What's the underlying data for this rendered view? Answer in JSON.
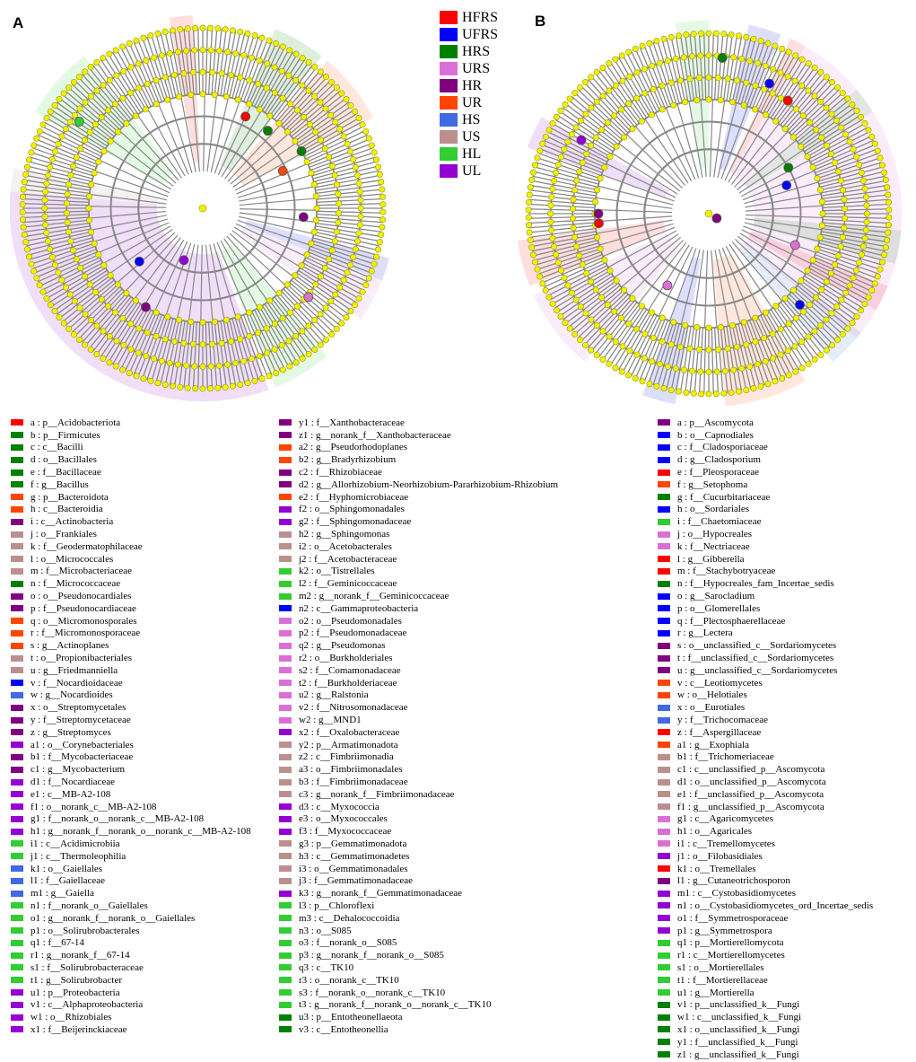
{
  "panels": [
    {
      "letter": "A"
    },
    {
      "letter": "B"
    }
  ],
  "groups": [
    {
      "name": "HFRS",
      "color": "#ff0000"
    },
    {
      "name": "UFRS",
      "color": "#0000ff"
    },
    {
      "name": "HRS",
      "color": "#008000"
    },
    {
      "name": "URS",
      "color": "#da70d6"
    },
    {
      "name": "HR",
      "color": "#800080"
    },
    {
      "name": "UR",
      "color": "#ff4500"
    },
    {
      "name": "HS",
      "color": "#4169e1"
    },
    {
      "name": "US",
      "color": "#bc8f8f"
    },
    {
      "name": "HL",
      "color": "#32cd32"
    },
    {
      "name": "UL",
      "color": "#9400d3"
    }
  ],
  "diagram": {
    "branch_color": "#888888",
    "node_color": "#f0f000",
    "node_stroke": "#999900",
    "wedgesA": [
      {
        "g": "HFRS",
        "a1": 350,
        "a2": 357
      },
      {
        "g": "UR",
        "a1": 40,
        "a2": 62
      },
      {
        "g": "HRS",
        "a1": 22,
        "a2": 38
      },
      {
        "g": "HL",
        "a1": 300,
        "a2": 322
      },
      {
        "g": "UL",
        "a1": 255,
        "a2": 275
      },
      {
        "g": "UL",
        "a1": 160,
        "a2": 255
      },
      {
        "g": "HL",
        "a1": 140,
        "a2": 158
      },
      {
        "g": "URS",
        "a1": 112,
        "a2": 125
      },
      {
        "g": "UFRS",
        "a1": 105,
        "a2": 112
      },
      {
        "g": "US",
        "a1": 275,
        "a2": 282
      }
    ],
    "wedgesB": [
      {
        "g": "HL",
        "a1": 350,
        "a2": 360
      },
      {
        "g": "UFRS",
        "a1": 12,
        "a2": 22
      },
      {
        "g": "HFRS",
        "a1": 25,
        "a2": 30
      },
      {
        "g": "HL",
        "a1": 50,
        "a2": 58
      },
      {
        "g": "HRS",
        "a1": 95,
        "a2": 105
      },
      {
        "g": "HFRS",
        "a1": 112,
        "a2": 120
      },
      {
        "g": "HS",
        "a1": 128,
        "a2": 140
      },
      {
        "g": "UR",
        "a1": 150,
        "a2": 175
      },
      {
        "g": "UFRS",
        "a1": 190,
        "a2": 200
      },
      {
        "g": "HFRS",
        "a1": 248,
        "a2": 262
      },
      {
        "g": "URS",
        "a1": 220,
        "a2": 245
      },
      {
        "g": "UL",
        "a1": 290,
        "a2": 300
      },
      {
        "g": "URS",
        "a1": 30,
        "a2": 130
      }
    ],
    "marksA": [
      {
        "g": "HFRS",
        "angle": 25,
        "level": 0.55
      },
      {
        "g": "HRS",
        "angle": 40,
        "level": 0.55
      },
      {
        "g": "HRS",
        "angle": 60,
        "level": 0.62
      },
      {
        "g": "HR",
        "angle": 95,
        "level": 0.55
      },
      {
        "g": "UFRS",
        "angle": 230,
        "level": 0.45
      },
      {
        "g": "UL",
        "angle": 200,
        "level": 0.3
      },
      {
        "g": "HR",
        "angle": 210,
        "level": 0.62
      },
      {
        "g": "URS",
        "angle": 130,
        "level": 0.75
      },
      {
        "g": "UR",
        "angle": 65,
        "level": 0.48
      },
      {
        "g": "HL",
        "angle": 305,
        "level": 0.82
      }
    ],
    "marksB": [
      {
        "g": "HR",
        "angle": 120,
        "level": 0.05
      },
      {
        "g": "UFRS",
        "angle": 70,
        "level": 0.45
      },
      {
        "g": "HRS",
        "angle": 60,
        "level": 0.5
      },
      {
        "g": "HFRS",
        "angle": 35,
        "level": 0.75
      },
      {
        "g": "UFRS",
        "angle": 25,
        "level": 0.78
      },
      {
        "g": "HR",
        "angle": 270,
        "level": 0.6
      },
      {
        "g": "HFRS",
        "angle": 265,
        "level": 0.6
      },
      {
        "g": "URS",
        "angle": 210,
        "level": 0.45
      },
      {
        "g": "UFRS",
        "angle": 135,
        "level": 0.7
      },
      {
        "g": "HRS",
        "angle": 5,
        "level": 0.85
      },
      {
        "g": "UL",
        "angle": 300,
        "level": 0.8
      },
      {
        "g": "URS",
        "angle": 110,
        "level": 0.5
      }
    ]
  },
  "keyA1": [
    {
      "label": "a : p__Acidobacteriota",
      "color": "#ff0000"
    },
    {
      "label": "b : p__Firmicutes",
      "color": "#008000"
    },
    {
      "label": "c : c__Bacilli",
      "color": "#008000"
    },
    {
      "label": "d : o__Bacillales",
      "color": "#008000"
    },
    {
      "label": "e : f__Bacillaceae",
      "color": "#008000"
    },
    {
      "label": "f : g__Bacillus",
      "color": "#008000"
    },
    {
      "label": "g : p__Bacteroidota",
      "color": "#ff4500"
    },
    {
      "label": "h : c__Bacteroidia",
      "color": "#ff4500"
    },
    {
      "label": "i : c__Actinobacteria",
      "color": "#800080"
    },
    {
      "label": "j : o__Frankiales",
      "color": "#bc8f8f"
    },
    {
      "label": "k : f__Geodermatophilaceae",
      "color": "#bc8f8f"
    },
    {
      "label": "l : o__Micrococcales",
      "color": "#bc8f8f"
    },
    {
      "label": "m : f__Microbacteriaceae",
      "color": "#bc8f8f"
    },
    {
      "label": "n : f__Micrococcaceae",
      "color": "#008000"
    },
    {
      "label": "o : o__Pseudonocardiales",
      "color": "#800080"
    },
    {
      "label": "p : f__Pseudonocardiaceae",
      "color": "#800080"
    },
    {
      "label": "q : o__Micromonosporales",
      "color": "#ff4500"
    },
    {
      "label": "r : f__Micromonosporaceae",
      "color": "#ff4500"
    },
    {
      "label": "s : g__Actinoplanes",
      "color": "#ff4500"
    },
    {
      "label": "t : o__Propionibacteriales",
      "color": "#bc8f8f"
    },
    {
      "label": "u : g__Friedmanniella",
      "color": "#bc8f8f"
    },
    {
      "label": "v : f__Nocardioidaceae",
      "color": "#0000ff"
    },
    {
      "label": "w : g__Nocardioides",
      "color": "#4169e1"
    },
    {
      "label": "x : o__Streptomycetales",
      "color": "#800080"
    },
    {
      "label": "y : f__Streptomycetaceae",
      "color": "#800080"
    },
    {
      "label": "z : g__Streptomyces",
      "color": "#800080"
    },
    {
      "label": "a1 : o__Corynebacteriales",
      "color": "#9400d3"
    },
    {
      "label": "b1 : f__Mycobacteriaceae",
      "color": "#800080"
    },
    {
      "label": "c1 : g__Mycobacterium",
      "color": "#800080"
    },
    {
      "label": "d1 : f__Nocardiaceae",
      "color": "#9400d3"
    },
    {
      "label": "e1 : c__MB-A2-108",
      "color": "#9400d3"
    },
    {
      "label": "f1 : o__norank_c__MB-A2-108",
      "color": "#9400d3"
    },
    {
      "label": "g1 : f__norank_o__norank_c__MB-A2-108",
      "color": "#9400d3"
    },
    {
      "label": "h1 : g__norank_f__norank_o__norank_c__MB-A2-108",
      "color": "#9400d3"
    },
    {
      "label": "i1 : c__Acidimicrobiia",
      "color": "#32cd32"
    },
    {
      "label": "j1 : c__Thermoleophilia",
      "color": "#32cd32"
    },
    {
      "label": "k1 : o__Gaiellales",
      "color": "#4169e1"
    },
    {
      "label": "l1 : f__Gaiellaceae",
      "color": "#4169e1"
    },
    {
      "label": "m1 : g__Gaiella",
      "color": "#4169e1"
    },
    {
      "label": "n1 : f__norank_o__Gaiellales",
      "color": "#32cd32"
    },
    {
      "label": "o1 : g__norank_f__norank_o__Gaiellales",
      "color": "#32cd32"
    },
    {
      "label": "p1 : o__Solirubrobacterales",
      "color": "#32cd32"
    },
    {
      "label": "q1 : f__67-14",
      "color": "#32cd32"
    },
    {
      "label": "r1 : g__norank_f__67-14",
      "color": "#32cd32"
    },
    {
      "label": "s1 : f__Solirubrobacteraceae",
      "color": "#32cd32"
    },
    {
      "label": "t1 : g__Solirubrobacter",
      "color": "#32cd32"
    },
    {
      "label": "u1 : p__Proteobacteria",
      "color": "#9400d3"
    },
    {
      "label": "v1 : c__Alphaproteobacteria",
      "color": "#9400d3"
    },
    {
      "label": "w1 : o__Rhizobiales",
      "color": "#9400d3"
    },
    {
      "label": "x1 : f__Beijerinckiaceae",
      "color": "#9400d3"
    }
  ],
  "keyA2": [
    {
      "label": "y1 : f__Xanthobacteraceae",
      "color": "#800080"
    },
    {
      "label": "z1 : g__norank_f__Xanthobacteraceae",
      "color": "#800080"
    },
    {
      "label": "a2 : g__Pseudorhodoplanes",
      "color": "#ff4500"
    },
    {
      "label": "b2 : g__Bradyrhizobium",
      "color": "#ff4500"
    },
    {
      "label": "c2 : f__Rhizobiaceae",
      "color": "#800080"
    },
    {
      "label": "d2 : g__Allorhizobium-Neorhizobium-Pararhizobium-Rhizobium",
      "color": "#800080"
    },
    {
      "label": "e2 : f__Hyphomicrobiaceae",
      "color": "#ff4500"
    },
    {
      "label": "f2 : o__Sphingomonadales",
      "color": "#9400d3"
    },
    {
      "label": "g2 : f__Sphingomonadaceae",
      "color": "#9400d3"
    },
    {
      "label": "h2 : g__Sphingomonas",
      "color": "#bc8f8f"
    },
    {
      "label": "i2 : o__Acetobacterales",
      "color": "#bc8f8f"
    },
    {
      "label": "j2 : f__Acetobacteraceae",
      "color": "#bc8f8f"
    },
    {
      "label": "k2 : o__Tistrellales",
      "color": "#32cd32"
    },
    {
      "label": "l2 : f__Geminicoccaceae",
      "color": "#32cd32"
    },
    {
      "label": "m2 : g__norank_f__Geminicoccaceae",
      "color": "#32cd32"
    },
    {
      "label": "n2 : c__Gammaproteobacteria",
      "color": "#0000ff"
    },
    {
      "label": "o2 : o__Pseudomonadales",
      "color": "#da70d6"
    },
    {
      "label": "p2 : f__Pseudomonadaceae",
      "color": "#da70d6"
    },
    {
      "label": "q2 : g__Pseudomonas",
      "color": "#da70d6"
    },
    {
      "label": "r2 : o__Burkholderiales",
      "color": "#da70d6"
    },
    {
      "label": "s2 : f__Comamonadaceae",
      "color": "#da70d6"
    },
    {
      "label": "t2 : f__Burkholderiaceae",
      "color": "#da70d6"
    },
    {
      "label": "u2 : g__Ralstonia",
      "color": "#da70d6"
    },
    {
      "label": "v2 : f__Nitrosomonadaceae",
      "color": "#da70d6"
    },
    {
      "label": "w2 : g__MND1",
      "color": "#da70d6"
    },
    {
      "label": "x2 : f__Oxalobacteraceae",
      "color": "#9400d3"
    },
    {
      "label": "y2 : p__Armatimonadota",
      "color": "#bc8f8f"
    },
    {
      "label": "z2 : c__Fimbriimonadia",
      "color": "#bc8f8f"
    },
    {
      "label": "a3 : o__Fimbriimonadales",
      "color": "#bc8f8f"
    },
    {
      "label": "b3 : f__Fimbriimonadaceae",
      "color": "#bc8f8f"
    },
    {
      "label": "c3 : g__norank_f__Fimbriimonadaceae",
      "color": "#bc8f8f"
    },
    {
      "label": "d3 : c__Myxococcia",
      "color": "#9400d3"
    },
    {
      "label": "e3 : o__Myxococcales",
      "color": "#9400d3"
    },
    {
      "label": "f3 : f__Myxococcaceae",
      "color": "#9400d3"
    },
    {
      "label": "g3 : p__Gemmatimonadota",
      "color": "#bc8f8f"
    },
    {
      "label": "h3 : c__Gemmatimonadetes",
      "color": "#bc8f8f"
    },
    {
      "label": "i3 : o__Gemmatimonadales",
      "color": "#bc8f8f"
    },
    {
      "label": "j3 : f__Gemmatimonadaceae",
      "color": "#bc8f8f"
    },
    {
      "label": "k3 : g__norank_f__Gemmatimonadaceae",
      "color": "#9400d3"
    },
    {
      "label": "l3 : p__Chloroflexi",
      "color": "#32cd32"
    },
    {
      "label": "m3 : c__Dehalococcoidia",
      "color": "#32cd32"
    },
    {
      "label": "n3 : o__S085",
      "color": "#32cd32"
    },
    {
      "label": "o3 : f__norank_o__S085",
      "color": "#32cd32"
    },
    {
      "label": "p3 : g__norank_f__norank_o__S085",
      "color": "#32cd32"
    },
    {
      "label": "q3 : c__TK10",
      "color": "#32cd32"
    },
    {
      "label": "r3 : o__norank_c__TK10",
      "color": "#32cd32"
    },
    {
      "label": "s3 : f__norank_o__norank_c__TK10",
      "color": "#32cd32"
    },
    {
      "label": "t3 : g__norank_f__norank_o__norank_c__TK10",
      "color": "#32cd32"
    },
    {
      "label": "u3 : p__Entotheonellaeota",
      "color": "#008000"
    },
    {
      "label": "v3 : c__Entotheonellia",
      "color": "#008000"
    }
  ],
  "keyB": [
    {
      "label": "a : p__Ascomycota",
      "color": "#800080"
    },
    {
      "label": "b : o__Capnodiales",
      "color": "#0000ff"
    },
    {
      "label": "c : f__Cladosporiaceae",
      "color": "#0000ff"
    },
    {
      "label": "d : g__Cladosporium",
      "color": "#0000ff"
    },
    {
      "label": "e : f__Pleosporaceae",
      "color": "#ff0000"
    },
    {
      "label": "f : g__Setophoma",
      "color": "#ff4500"
    },
    {
      "label": "g : f__Cucurbitariaceae",
      "color": "#008000"
    },
    {
      "label": "h : o__Sordariales",
      "color": "#0000ff"
    },
    {
      "label": "i : f__Chaetomiaceae",
      "color": "#32cd32"
    },
    {
      "label": "j : o__Hypocreales",
      "color": "#da70d6"
    },
    {
      "label": "k : f__Nectriaceae",
      "color": "#da70d6"
    },
    {
      "label": "l : g__Gibberella",
      "color": "#ff0000"
    },
    {
      "label": "m : f__Stachybotryaceae",
      "color": "#ff0000"
    },
    {
      "label": "n : f__Hypocreales_fam_Incertae_sedis",
      "color": "#008000"
    },
    {
      "label": "o : g__Sarocladium",
      "color": "#0000ff"
    },
    {
      "label": "p : o__Glomerellales",
      "color": "#0000ff"
    },
    {
      "label": "q : f__Plectosphaerellaceae",
      "color": "#0000ff"
    },
    {
      "label": "r : g__Lectera",
      "color": "#0000ff"
    },
    {
      "label": "s : o__unclassified_c__Sordariomycetes",
      "color": "#800080"
    },
    {
      "label": "t : f__unclassified_c__Sordariomycetes",
      "color": "#800080"
    },
    {
      "label": "u : g__unclassified_c__Sordariomycetes",
      "color": "#800080"
    },
    {
      "label": "v : c__Leotiomycetes",
      "color": "#ff4500"
    },
    {
      "label": "w : o__Helotiales",
      "color": "#ff4500"
    },
    {
      "label": "x : o__Eurotiales",
      "color": "#4169e1"
    },
    {
      "label": "y : f__Trichocomaceae",
      "color": "#4169e1"
    },
    {
      "label": "z : f__Aspergillaceae",
      "color": "#ff0000"
    },
    {
      "label": "a1 : g__Exophiala",
      "color": "#ff4500"
    },
    {
      "label": "b1 : f__Trichomeriaceae",
      "color": "#bc8f8f"
    },
    {
      "label": "c1 : c__unclassified_p__Ascomycota",
      "color": "#bc8f8f"
    },
    {
      "label": "d1 : o__unclassified_p__Ascomycota",
      "color": "#bc8f8f"
    },
    {
      "label": "e1 : f__unclassified_p__Ascomycota",
      "color": "#bc8f8f"
    },
    {
      "label": "f1 : g__unclassified_p__Ascomycota",
      "color": "#bc8f8f"
    },
    {
      "label": "g1 : c__Agaricomycetes",
      "color": "#da70d6"
    },
    {
      "label": "h1 : o__Agaricales",
      "color": "#da70d6"
    },
    {
      "label": "i1 : c__Tremellomycetes",
      "color": "#da70d6"
    },
    {
      "label": "j1 : o__Filobasidiales",
      "color": "#9400d3"
    },
    {
      "label": "k1 : o__Tremellales",
      "color": "#ff0000"
    },
    {
      "label": "l1 : g__Cutaneotrichosporon",
      "color": "#800080"
    },
    {
      "label": "m1 : c__Cystobasidiomycetes",
      "color": "#9400d3"
    },
    {
      "label": "n1 : o__Cystobasidiomycetes_ord_Incertae_sedis",
      "color": "#9400d3"
    },
    {
      "label": "o1 : f__Symmetrosporaceae",
      "color": "#9400d3"
    },
    {
      "label": "p1 : g__Symmetrospora",
      "color": "#9400d3"
    },
    {
      "label": "q1 : p__Mortierellomycota",
      "color": "#32cd32"
    },
    {
      "label": "r1 : c__Mortierellomycetes",
      "color": "#32cd32"
    },
    {
      "label": "s1 : o__Mortierellales",
      "color": "#32cd32"
    },
    {
      "label": "t1 : f__Mortierellaceae",
      "color": "#32cd32"
    },
    {
      "label": "u1 : g__Mortierella",
      "color": "#32cd32"
    },
    {
      "label": "v1 : p__unclassified_k__Fungi",
      "color": "#008000"
    },
    {
      "label": "w1 : c__unclassified_k__Fungi",
      "color": "#008000"
    },
    {
      "label": "x1 : o__unclassified_k__Fungi",
      "color": "#008000"
    },
    {
      "label": "y1 : f__unclassified_k__Fungi",
      "color": "#008000"
    },
    {
      "label": "z1 : g__unclassified_k__Fungi",
      "color": "#008000"
    }
  ]
}
